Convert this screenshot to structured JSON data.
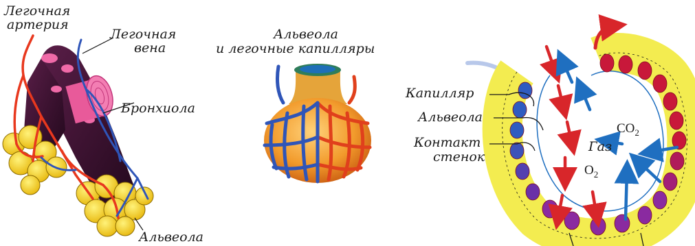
{
  "left_panel": {
    "artery_line1": "Легочная",
    "artery_line2": "артерия",
    "vein_line1": "Легочная",
    "vein_line2": "вена",
    "bronchiole": "Бронхиола",
    "alveolus": "Альвеола"
  },
  "middle_panel": {
    "title_line1": "Альвеола",
    "title_line2": "и легочные капилляры"
  },
  "right_panel": {
    "capillary": "Капилляр",
    "alveolus": "Альвеола",
    "contact_line1": "Контакт",
    "contact_line2": "стенок",
    "gas": "Газ",
    "co2_base": "CO",
    "co2_sub": "2",
    "o2_base": "O",
    "o2_sub": "2"
  },
  "colors": {
    "artery": "#e8381e",
    "vein": "#2f55b8",
    "bronchiole": "#3a1230",
    "alveoli": "#f4d21a",
    "pink": "#f06aa8",
    "wall_yellow": "#f3ec50",
    "rbc_red": "#c8183a",
    "rbc_purple": "#8a2aa0",
    "arrow_red": "#d8262a",
    "arrow_blue": "#1f6fc0"
  }
}
